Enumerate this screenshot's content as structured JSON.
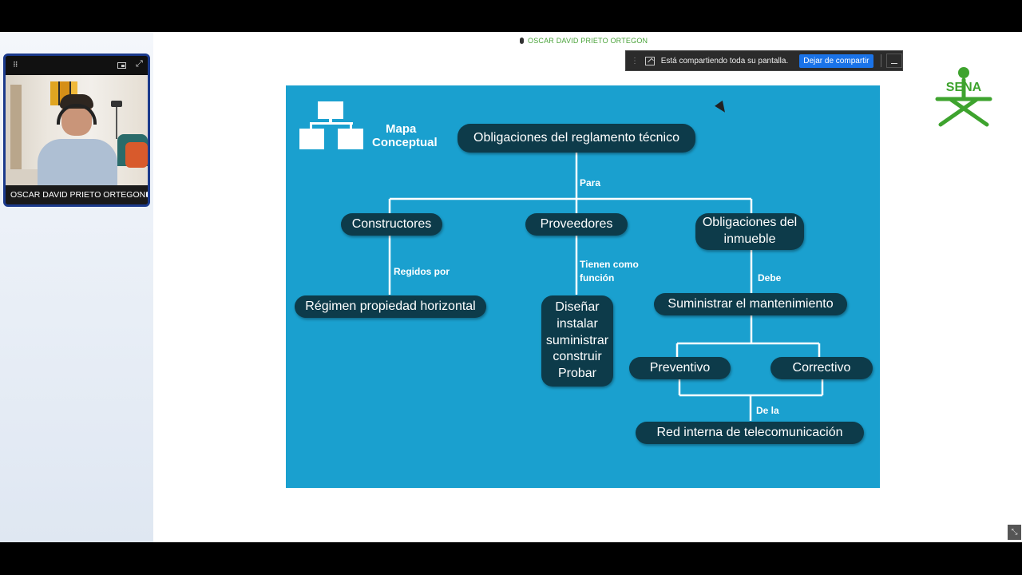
{
  "meeting": {
    "speaker_name": "OSCAR DAVID PRIETO ORTEGON",
    "share_bar": {
      "message": "Está compartiendo toda su pantalla.",
      "stop_label": "Dejar de compartir",
      "minimize_icon": "minimize-icon"
    },
    "video_tile": {
      "participant_name": "OSCAR DAVID PRIETO ORTEGON",
      "pip_icon": "picture-in-picture-icon",
      "expand_icon": "expand-icon",
      "mic_icon": "microphone-icon"
    },
    "logo": {
      "text": "SENA",
      "color": "#3ea32e"
    },
    "colors": {
      "slide_bg": "#1aa0cf",
      "node_bg": "#0d3b4a",
      "share_accent": "#1a73e8",
      "tile_border": "#1b3a8c"
    }
  },
  "slide": {
    "logo_title": [
      "Mapa",
      "Conceptual"
    ],
    "root": "Obligaciones del reglamento técnico",
    "edge_para": "Para",
    "branches": {
      "b1": "Constructores",
      "b2": "Proveedores",
      "b3_line1": "Obligaciones del",
      "b3_line2": "inmueble"
    },
    "edge_regidos": "Regidos por",
    "edge_tienen_l1": "Tienen como",
    "edge_tienen_l2": "función",
    "edge_debe": "Debe",
    "regimen": "Régimen propiedad horizontal",
    "funciones": [
      "Diseñar",
      "instalar",
      "suministrar",
      "construir",
      "Probar"
    ],
    "mantenimiento": "Suministrar el mantenimiento",
    "preventivo": "Preventivo",
    "correctivo": "Correctivo",
    "edge_dela": "De la",
    "red": "Red interna de telecomunicación"
  }
}
